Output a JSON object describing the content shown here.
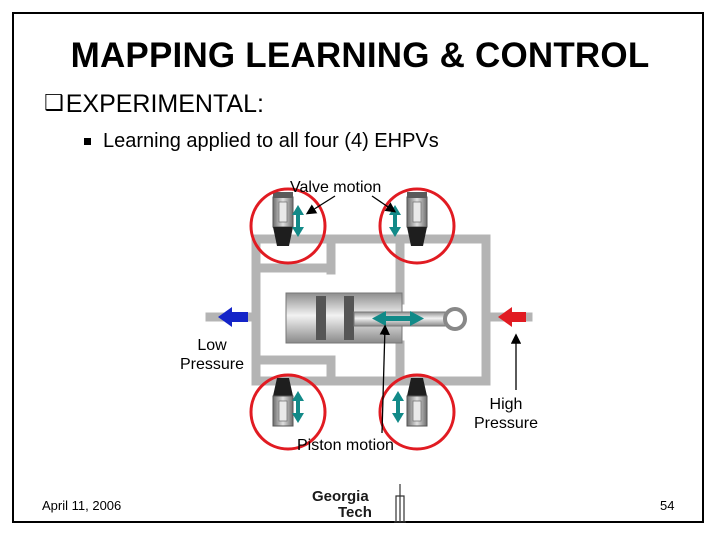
{
  "slide": {
    "title": "MAPPING LEARNING & CONTROL",
    "bullet_level1": "EXPERIMENTAL:",
    "bullet_level2": "Learning applied to all four (4) EHPVs"
  },
  "diagram": {
    "valve_motion_label": "Valve motion",
    "low_pressure_label_line1": "Low",
    "low_pressure_label_line2": "Pressure",
    "high_pressure_label_line1": "High",
    "high_pressure_label_line2": "Pressure",
    "piston_motion_label": "Piston motion"
  },
  "footer": {
    "date": "April 11, 2006",
    "page_number": "54",
    "logo_line1": "Georgia",
    "logo_line2": "Tech"
  },
  "colors": {
    "pipe": "#b4b4b4",
    "highlight_circle": "#e11b22",
    "low_pressure_arrow": "#1424c8",
    "high_pressure_arrow": "#e11b22",
    "motion_arrow": "#128a88"
  }
}
